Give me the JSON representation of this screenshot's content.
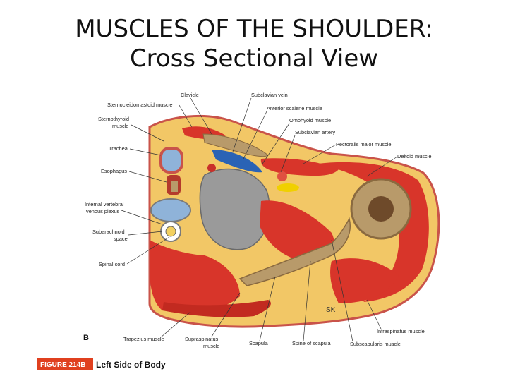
{
  "title": {
    "line1": "MUSCLES OF THE SHOULDER:",
    "line2": "Cross Sectional View"
  },
  "figure": {
    "panel_letter": "B",
    "badge": "FIGURE 214B",
    "caption": "Left Side of Body",
    "artist_mark": "SK",
    "labels": {
      "clavicle": "Clavicle",
      "sternocleidomastoid": "Sternocleidomastoid muscle",
      "subclavian_vein": "Subclavian vein",
      "anterior_scalene": "Anterior scalene muscle",
      "sternothyroid_1": "Sternothyroid",
      "sternothyroid_2": "muscle",
      "omohyoid": "Omohyoid muscle",
      "subclavian_artery": "Subclavian artery",
      "trachea": "Trachea",
      "pectoralis_major": "Pectoralis major muscle",
      "deltoid": "Deltoid muscle",
      "esophagus": "Esophagus",
      "internal_vertebral_1": "Internal vertebral",
      "internal_vertebral_2": "venous plexus",
      "subarachnoid_1": "Subarachnoid",
      "subarachnoid_2": "space",
      "spinal_cord": "Spinal cord",
      "infraspinatus": "Infraspinatus muscle",
      "trapezius": "Trapezius muscle",
      "supraspinatus_1": "Supraspinatus",
      "supraspinatus_2": "muscle",
      "scapula": "Scapula",
      "spine_of_scapula": "Spine of scapula",
      "subscapularis": "Subscapularis muscle"
    }
  },
  "colors": {
    "muscle": "#d8352a",
    "fat": "#f2c766",
    "bone": "#b89a6a",
    "vein": "#2a63b5",
    "badge": "#e0401f"
  }
}
